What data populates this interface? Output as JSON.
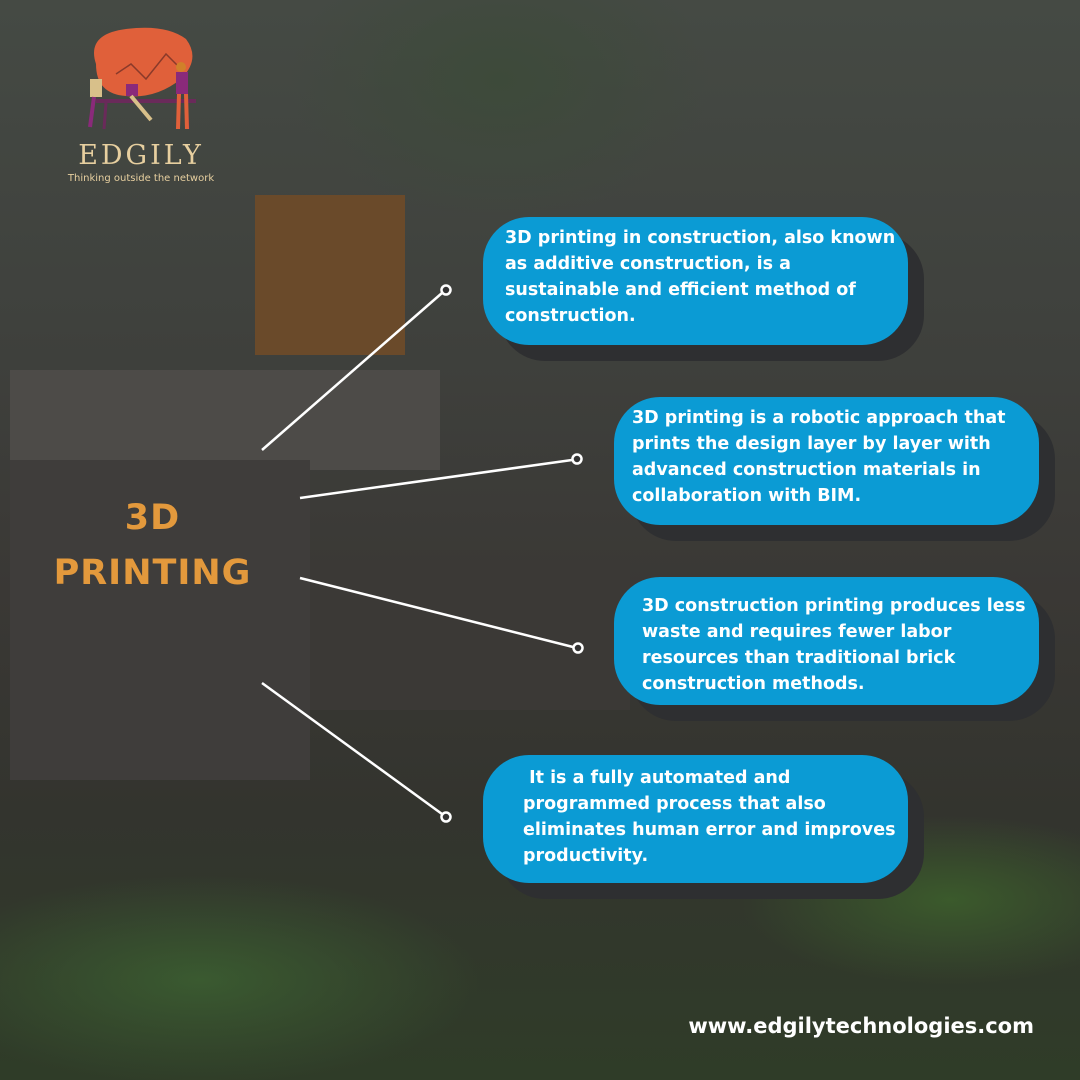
{
  "logo": {
    "brand": "EDGILY",
    "tagline": "Thinking outside the network"
  },
  "title": {
    "line1": "3D",
    "line2": "PRINTING"
  },
  "facts": [
    "3D printing in construction, also known as additive construction, is a sustainable and efficient method of construction.",
    "3D printing is a robotic approach that prints the design layer by layer with advanced construction materials in collaboration with BIM.",
    "3D construction printing produces less waste and requires fewer labor resources than traditional brick construction methods.",
    " It is a fully automated and programmed process that also eliminates human error and improves productivity."
  ],
  "website": "www.edgilytechnologies.com",
  "colors": {
    "box": "#0b9bd4",
    "title": "#e3993c",
    "brand": "#e7cf9f",
    "logo_blob": "#e0603a"
  }
}
